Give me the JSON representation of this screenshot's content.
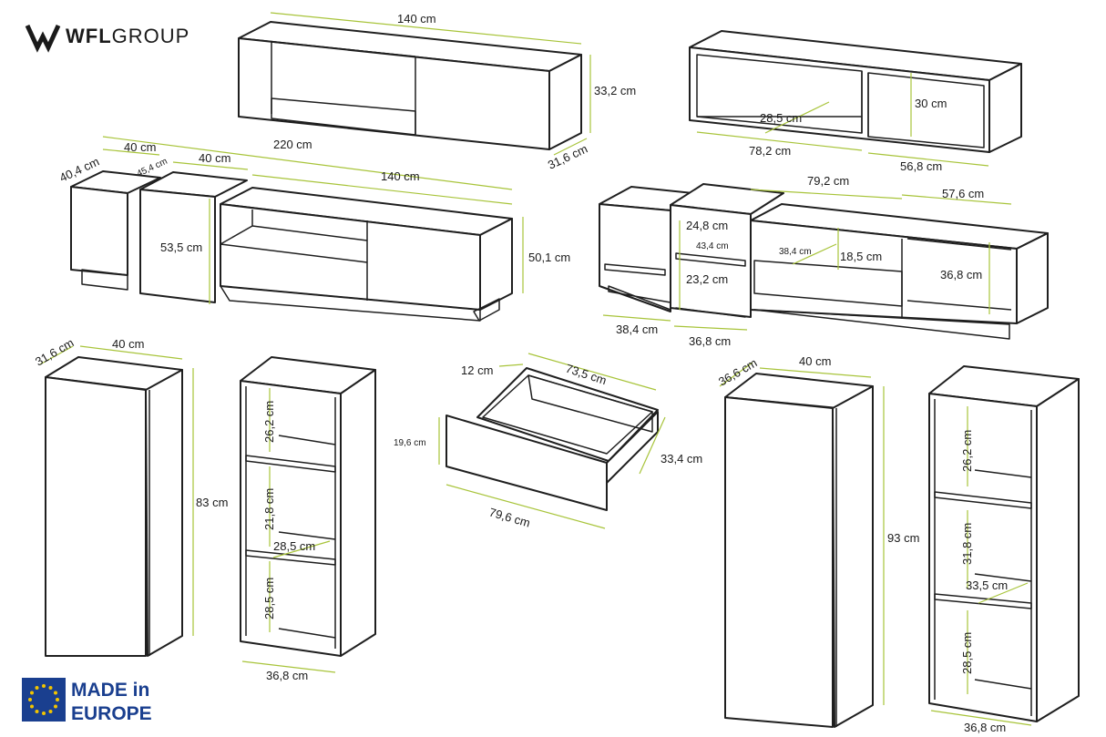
{
  "brand": {
    "name_bold": "WFL",
    "name_light": "GROUP"
  },
  "badge": {
    "line1": "MADE in",
    "line2": "EUROPE",
    "flag_color": "#1a3f8f",
    "star_color": "#f2c400"
  },
  "colors": {
    "dimension": "#a8c43a",
    "outline": "#1f1f1f"
  },
  "dimensions": {
    "wall_shelf_left": {
      "width": "140 cm",
      "height": "33,2 cm",
      "depth": "31,6 cm"
    },
    "wall_shelf_right": {
      "inner_depth": "28,5 cm",
      "inner_height": "30 cm",
      "left_width": "78,2 cm",
      "right_width": "56,8 cm"
    },
    "tv_set_left": {
      "depth_a": "40,4 cm",
      "width_a": "40 cm",
      "depth_b": "45,4 cm",
      "width_b": "40 cm",
      "total": "220 cm",
      "width_c": "140 cm",
      "height_b": "53,5 cm",
      "height_c": "50,1 cm"
    },
    "tv_set_right": {
      "width_a": "79,2 cm",
      "width_b": "57,6 cm",
      "height_a": "24,8 cm",
      "depth_a": "43,4 cm",
      "height_b": "23,2 cm",
      "drawer_depth": "38,4 cm",
      "drawer_height": "18,5 cm",
      "height_c": "36,8 cm",
      "width_c": "38,4 cm",
      "width_d": "36,8 cm"
    },
    "cabinet_small": {
      "depth": "31,6 cm",
      "width": "40 cm",
      "height": "83 cm"
    },
    "shelf_small": {
      "h1": "26,2 cm",
      "h2": "21,8 cm",
      "depth": "28,5 cm",
      "h3": "28,5 cm",
      "width": "36,8 cm"
    },
    "drawer": {
      "side": "12 cm",
      "width": "73,5 cm",
      "height": "19,6 cm",
      "depth": "33,4 cm",
      "front": "79,6 cm"
    },
    "cabinet_tall": {
      "depth": "36,6 cm",
      "width": "40 cm",
      "height": "93 cm"
    },
    "shelf_tall": {
      "h1": "26,2 cm",
      "h2": "31,8 cm",
      "depth": "33,5 cm",
      "h3": "28,5 cm",
      "width": "36,8 cm"
    }
  }
}
